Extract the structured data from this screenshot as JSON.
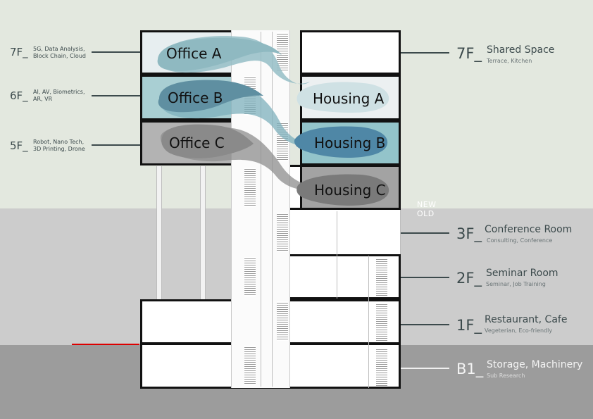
{
  "left_labels": [
    {
      "floor": "7F_",
      "tags": [
        "5G, Data Analysis,",
        "Block Chain, Cloud"
      ]
    },
    {
      "floor": "6F_",
      "tags": [
        "AI, AV, Biometrics,",
        "AR, VR"
      ]
    },
    {
      "floor": "5F_",
      "tags": [
        "Robot, Nano Tech,",
        "3D Printing, Drone"
      ]
    }
  ],
  "units": {
    "office_a": "Office A",
    "office_b": "Office B",
    "office_c": "Office C",
    "housing_a": "Housing A",
    "housing_b": "Housing B",
    "housing_c": "Housing C"
  },
  "divider": {
    "new": "NEW",
    "old": "OLD"
  },
  "right_labels": [
    {
      "floor": "7F_",
      "name": "Shared Space",
      "sub": "Terrace, Kitchen"
    },
    {
      "floor": "3F_",
      "name": "Conference Room",
      "sub": "Consulting, Conference"
    },
    {
      "floor": "2F_",
      "name": "Seminar Room",
      "sub": "Seminar, Job Training"
    },
    {
      "floor": "1F_",
      "name": "Restaurant, Cafe",
      "sub": "Vegeterian, Eco-friendly"
    },
    {
      "floor": "B1_",
      "name": "Storage, Machinery",
      "sub": "Sub Research"
    }
  ],
  "colors": {
    "bg_new": "#e3e8df",
    "bg_old": "#cccccc",
    "bg_ground": "#9c9c9c",
    "office_b_fill": "#a9cfd3",
    "housing_b_fill": "#93c4ca",
    "office_c_fill": "#b3b3b3",
    "housing_c_fill": "#a3a3a3",
    "label": "#3c4a4c",
    "ground_line": "#dd0000"
  }
}
